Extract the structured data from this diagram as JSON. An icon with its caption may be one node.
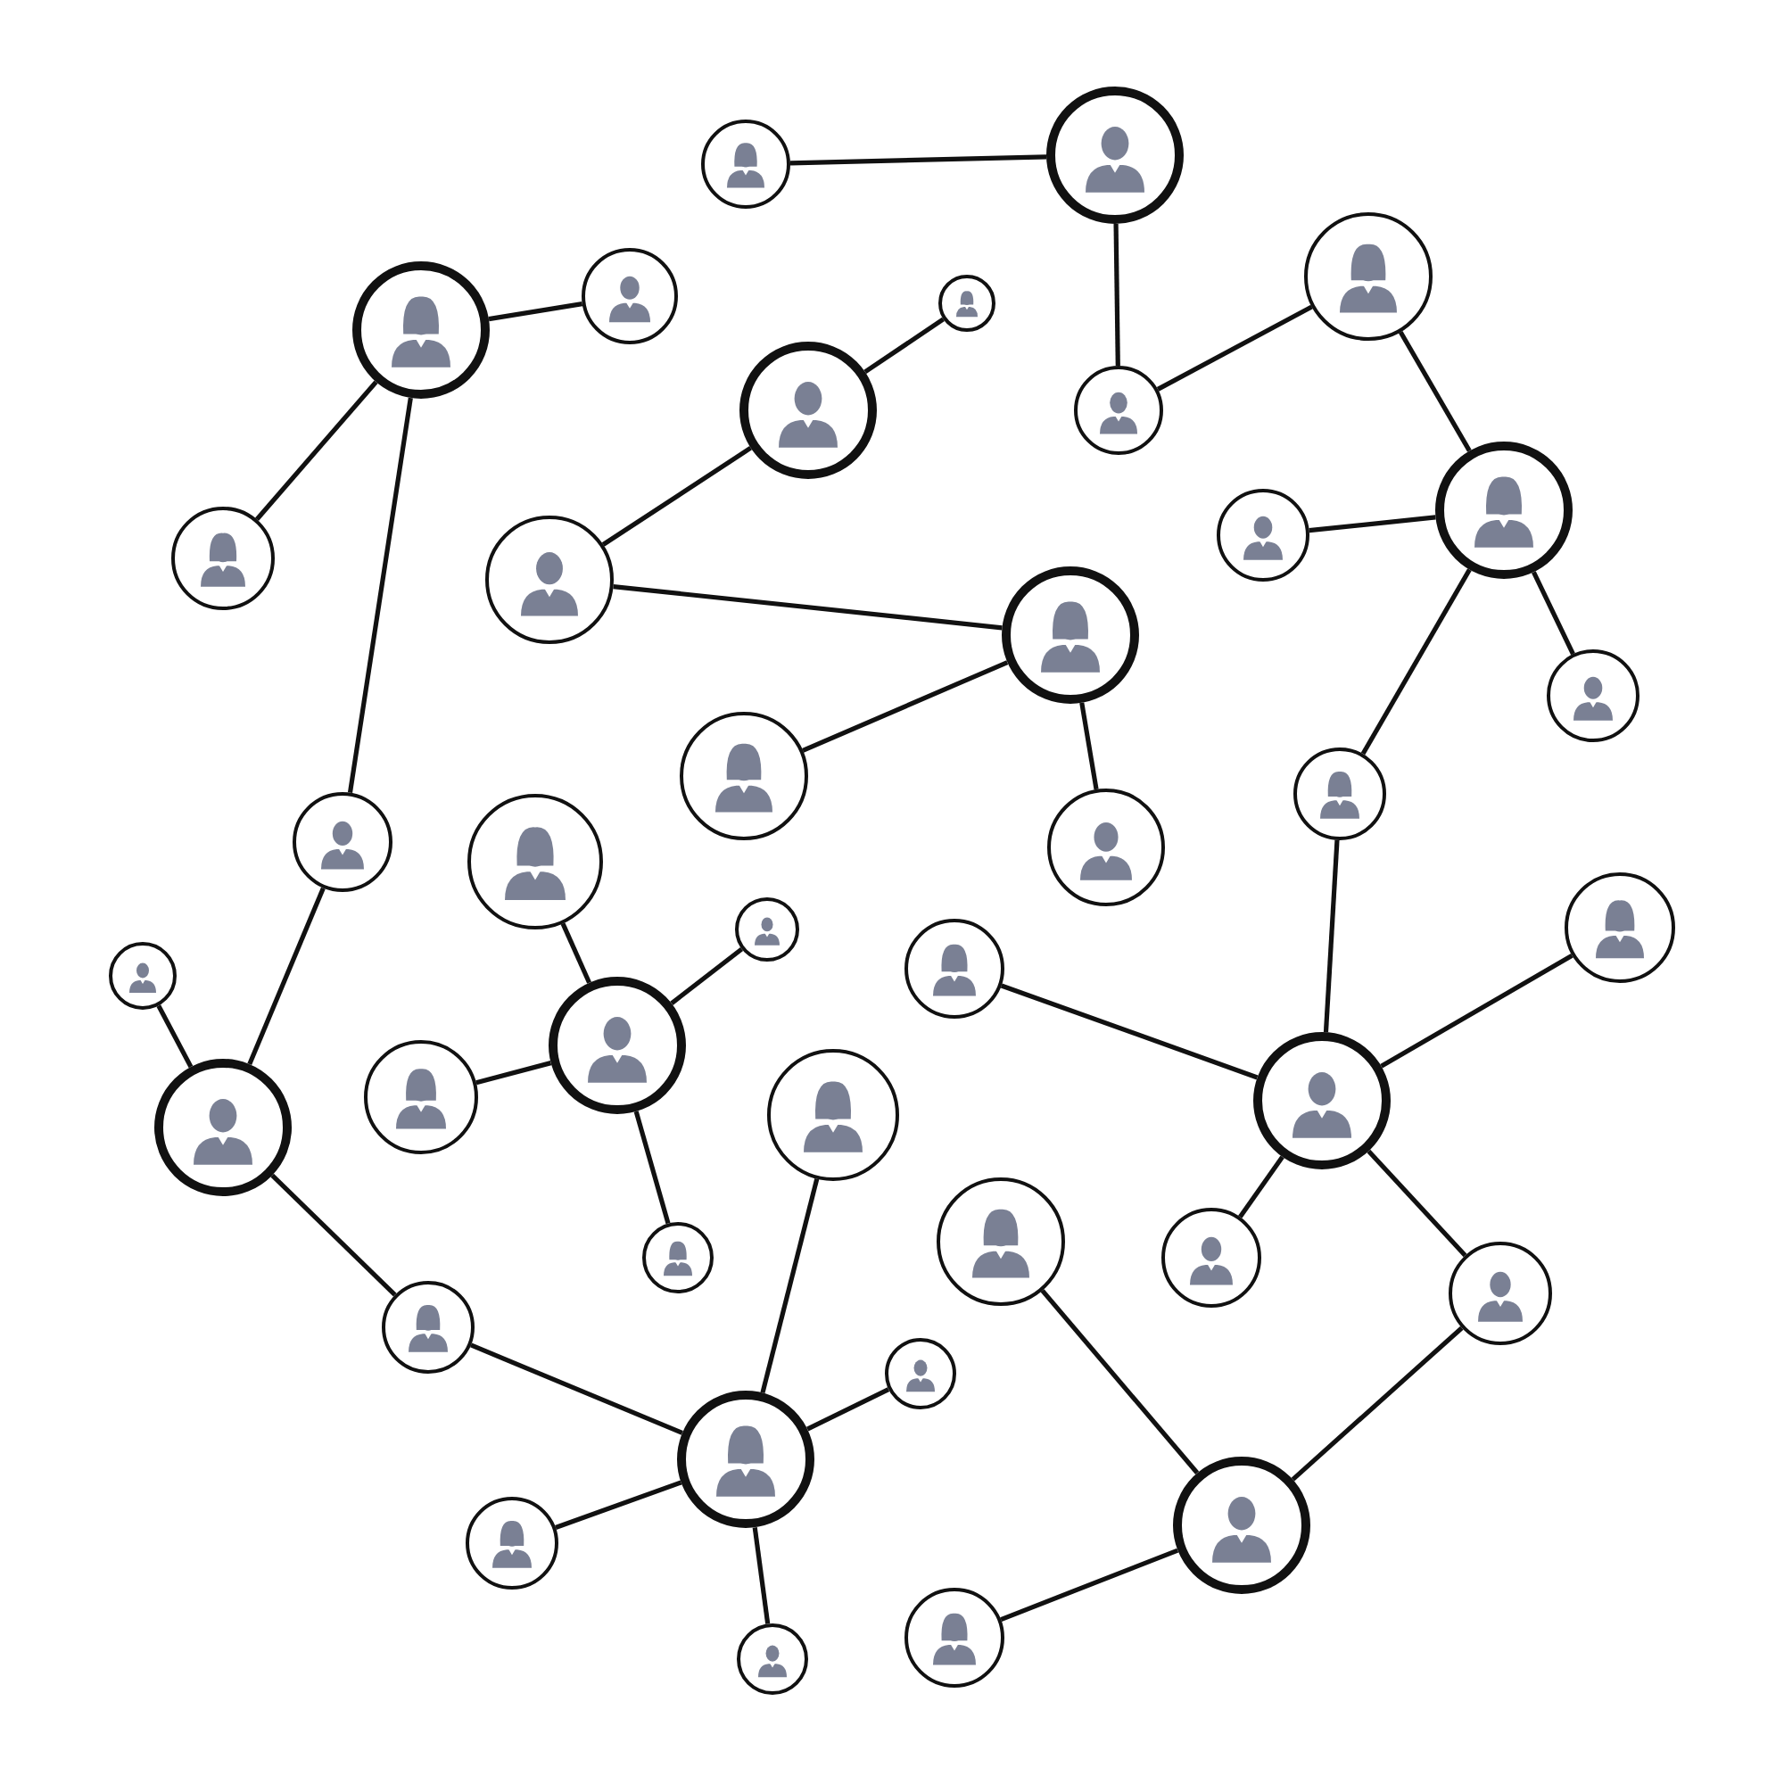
{
  "diagram": {
    "nodes": [
      {
        "text": [],
        "shape": "person"
      },
      {
        "text": [],
        "shape": "person"
      },
      {
        "text": [],
        "shape": "person"
      },
      {
        "text": [],
        "shape": "person"
      },
      {
        "text": [],
        "shape": "person"
      },
      {
        "text": [],
        "shape": "person"
      },
      {
        "text": [],
        "shape": "person"
      },
      {
        "text": [],
        "shape": "person"
      },
      {
        "text": [],
        "shape": "person"
      },
      {
        "text": [],
        "shape": "person"
      },
      {
        "text": [],
        "shape": "person"
      },
      {
        "text": [],
        "shape": "person"
      },
      {
        "text": [],
        "shape": "person"
      },
      {
        "text": [],
        "shape": "person"
      },
      {
        "text": [],
        "shape": "person"
      },
      {
        "text": [],
        "shape": "person"
      },
      {
        "text": [],
        "shape": "person"
      },
      {
        "text": [],
        "shape": "person"
      },
      {
        "text": [],
        "shape": "person"
      },
      {
        "text": [],
        "shape": "person"
      },
      {
        "text": [],
        "shape": "person"
      },
      {
        "text": [],
        "shape": "person"
      },
      {
        "text": [],
        "shape": "person"
      },
      {
        "text": [],
        "shape": "person"
      },
      {
        "text": [],
        "shape": "person"
      },
      {
        "text": [],
        "shape": "person"
      },
      {
        "text": [],
        "shape": "person"
      },
      {
        "text": [],
        "shape": "person"
      },
      {
        "text": [],
        "shape": "person"
      },
      {
        "text": [],
        "shape": "person"
      },
      {
        "text": [],
        "shape": "person"
      },
      {
        "text": [],
        "shape": "person"
      },
      {
        "text": [],
        "shape": "person"
      },
      {
        "text": [],
        "shape": "person"
      },
      {
        "text": [],
        "shape": "person"
      },
      {
        "text": [],
        "shape": "person"
      },
      {
        "text": [],
        "shape": "person"
      },
      {
        "text": [],
        "shape": "person"
      },
      {
        "text": [],
        "shape": "person"
      }
    ],
    "edges": [
      {
        "from": 0,
        "to": 1,
        "arrow": "none"
      },
      {
        "from": 1,
        "to": 7,
        "arrow": "none"
      },
      {
        "from": 7,
        "to": 6,
        "arrow": "none"
      },
      {
        "from": 6,
        "to": 10,
        "arrow": "none"
      },
      {
        "from": 10,
        "to": 11,
        "arrow": "none"
      },
      {
        "from": 10,
        "to": 13,
        "arrow": "none"
      },
      {
        "from": 10,
        "to": 16,
        "arrow": "none"
      },
      {
        "from": 16,
        "to": 27,
        "arrow": "none"
      },
      {
        "from": 27,
        "to": 20,
        "arrow": "none"
      },
      {
        "from": 27,
        "to": 22,
        "arrow": "none"
      },
      {
        "from": 27,
        "to": 29,
        "arrow": "none"
      },
      {
        "from": 27,
        "to": 31,
        "arrow": "none"
      },
      {
        "from": 31,
        "to": 35,
        "arrow": "none"
      },
      {
        "from": 35,
        "to": 28,
        "arrow": "none"
      },
      {
        "from": 35,
        "to": 38,
        "arrow": "none"
      },
      {
        "from": 2,
        "to": 3,
        "arrow": "none"
      },
      {
        "from": 2,
        "to": 8,
        "arrow": "none"
      },
      {
        "from": 2,
        "to": 17,
        "arrow": "none"
      },
      {
        "from": 17,
        "to": 25,
        "arrow": "none"
      },
      {
        "from": 25,
        "to": 21,
        "arrow": "none"
      },
      {
        "from": 25,
        "to": 32,
        "arrow": "none"
      },
      {
        "from": 32,
        "to": 34,
        "arrow": "none"
      },
      {
        "from": 34,
        "to": 26,
        "arrow": "none"
      },
      {
        "from": 34,
        "to": 33,
        "arrow": "none"
      },
      {
        "from": 34,
        "to": 36,
        "arrow": "none"
      },
      {
        "from": 34,
        "to": 37,
        "arrow": "none"
      },
      {
        "from": 5,
        "to": 4,
        "arrow": "none"
      },
      {
        "from": 5,
        "to": 9,
        "arrow": "none"
      },
      {
        "from": 9,
        "to": 12,
        "arrow": "none"
      },
      {
        "from": 12,
        "to": 14,
        "arrow": "none"
      },
      {
        "from": 12,
        "to": 15,
        "arrow": "none"
      },
      {
        "from": 18,
        "to": 23,
        "arrow": "none"
      },
      {
        "from": 23,
        "to": 19,
        "arrow": "none"
      },
      {
        "from": 23,
        "to": 24,
        "arrow": "none"
      },
      {
        "from": 23,
        "to": 30,
        "arrow": "none"
      }
    ]
  }
}
